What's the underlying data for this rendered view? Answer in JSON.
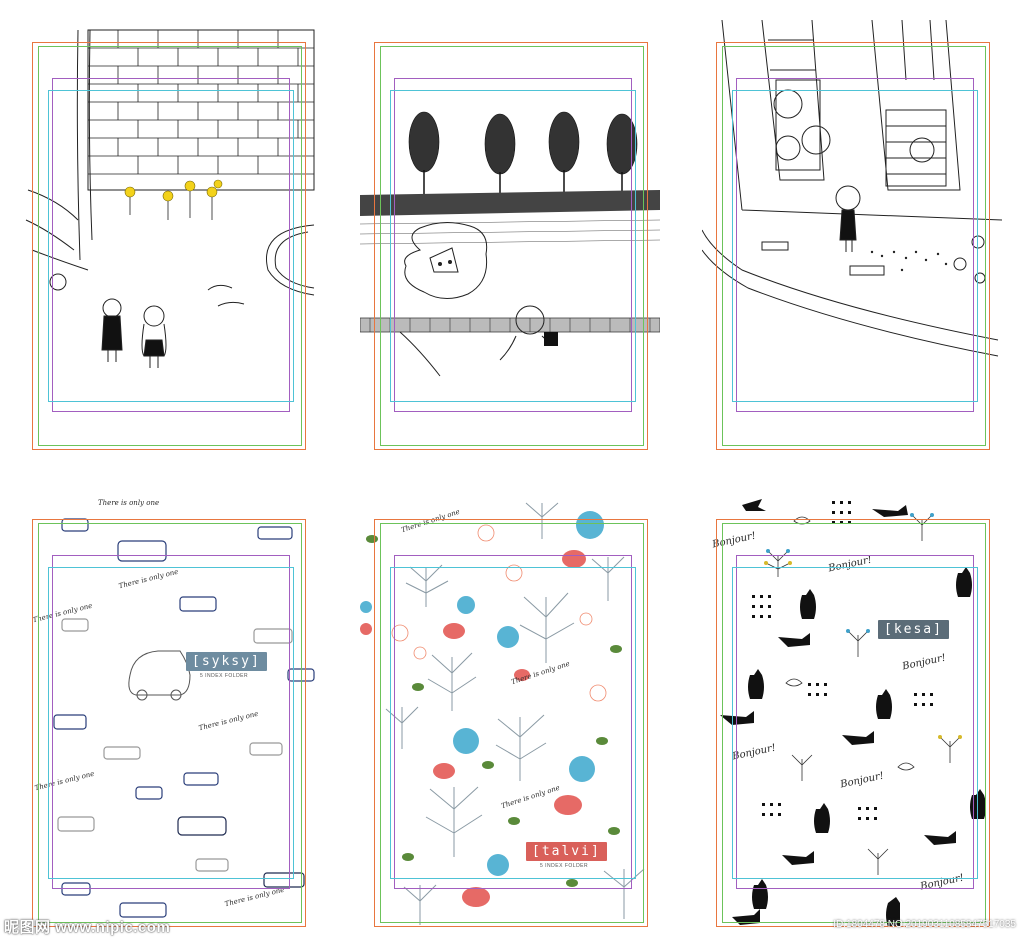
{
  "panels": [
    {
      "id": "panel-1",
      "theme": "courtyard-sketch",
      "label": ""
    },
    {
      "id": "panel-2",
      "theme": "tree-row-sketch",
      "label": ""
    },
    {
      "id": "panel-3",
      "theme": "window-street-sketch",
      "label": ""
    },
    {
      "id": "panel-4",
      "theme": "cars-pattern",
      "label": "[syksy]",
      "sublabel": "5 INDEX FOLDER",
      "label_color": "#6e8ca0"
    },
    {
      "id": "panel-5",
      "theme": "trees-rabbits-pattern",
      "label": "[talvi]",
      "sublabel": "5 INDEX FOLDER",
      "label_color": "#d9605a"
    },
    {
      "id": "panel-6",
      "theme": "birds-cats-pattern",
      "label": "[kesa]",
      "label_color": "#5b6c78"
    }
  ],
  "pattern_text": {
    "bonjour": "Bonjour!",
    "script_line": "There is only one"
  },
  "guide_colors": {
    "orange": "#e8763f",
    "green": "#6cc35a",
    "purple": "#a25ec0",
    "cyan": "#4ec3d6"
  },
  "watermark": {
    "left": "昵图网 www.nipic.com",
    "right": "ID:1804478 NO:20190311085847517035"
  }
}
